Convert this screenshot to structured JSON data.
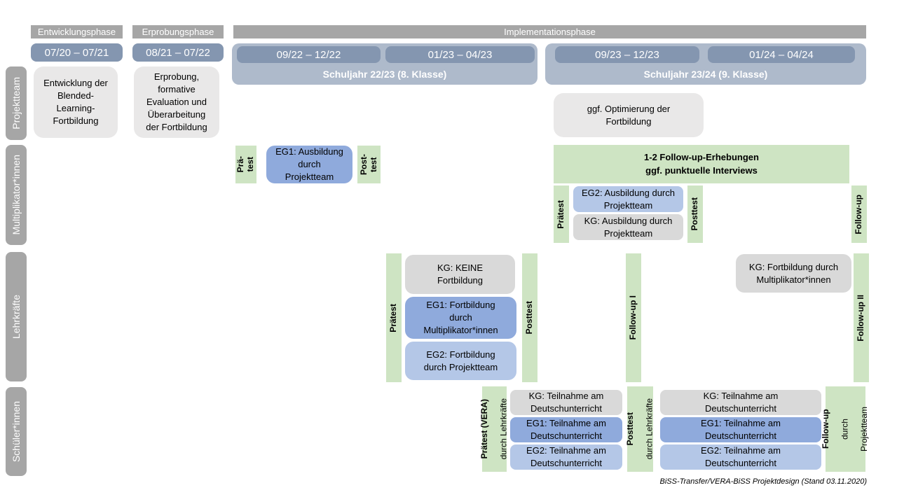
{
  "colors": {
    "phase_header_gray": "#a6a6a6",
    "date_bar_blue": "#8496b0",
    "school_year_band": "#aebacb",
    "row_label_gray": "#a6a6a6",
    "box_light_gray": "#e9e8e8",
    "box_kg_gray": "#d9d9d9",
    "box_eg1_blue": "#8faadc",
    "box_eg2_blue": "#b4c7e7",
    "test_green": "#cee4c3",
    "text": "#000000"
  },
  "phases": [
    {
      "label": "Entwicklungsphase"
    },
    {
      "label": "Erprobungsphase"
    },
    {
      "label": "Implementationsphase"
    }
  ],
  "timeline": {
    "dates": [
      "07/20 – 07/21",
      "08/21 – 07/22",
      "09/22 – 12/22",
      "01/23 – 04/23",
      "09/23 – 12/23",
      "01/24 – 04/24"
    ],
    "school_years": [
      "Schuljahr 22/23 (8. Klasse)",
      "Schuljahr 23/24 (9. Klasse)"
    ]
  },
  "row_labels": [
    "Projektteam",
    "Multiplikator*innen",
    "Lehrkräfte",
    "Schüler*innen"
  ],
  "projektteam": {
    "entwicklung": "Entwicklung der\nBlended-\nLearning-\nFortbildung",
    "erprobung": "Erprobung,\nformative\nEvaluation und\nÜberarbeitung\nder Fortbildung",
    "optimierung": "ggf. Optimierung der\nFortbildung"
  },
  "multiplikatoren": {
    "praetest_1": "Prä-\ntest",
    "eg1": "EG1: Ausbildung\ndurch\nProjektteam",
    "posttest_1": "Post-\ntest",
    "followup_banner": "1-2 Follow-up-Erhebungen\nggf. punktuelle Interviews",
    "praetest_2": "Prätest",
    "eg2": "EG2: Ausbildung durch\nProjektteam",
    "kg": "KG: Ausbildung durch\nProjektteam",
    "posttest_2": "Posttest",
    "followup": "Follow-up"
  },
  "lehrkraefte": {
    "praetest": "Prätest",
    "kg": "KG: KEINE\nFortbildung",
    "eg1": "EG1: Fortbildung\ndurch\nMultiplikator*innen",
    "eg2": "EG2: Fortbildung\ndurch Projektteam",
    "posttest": "Posttest",
    "followup1": "Follow-up I",
    "kg2": "KG: Fortbildung durch\nMultiplikator*innen",
    "followup2": "Follow-up II"
  },
  "schueler": {
    "praetest_title": "Prätest (VERA)",
    "praetest_sub": "durch Lehrkräfte",
    "kg": "KG: Teilnahme am\nDeutschunterricht",
    "eg1": "EG1: Teilnahme am\nDeutschunterricht",
    "eg2": "EG2: Teilnahme am\nDeutschunterricht",
    "posttest_title": "Posttest",
    "posttest_sub": "durch Lehrkräfte",
    "followup_title": "Follow-up",
    "followup_sub1": "durch",
    "followup_sub2": "Projektteam"
  },
  "caption": "BiSS-Transfer/VERA-BiSS Projektdesign (Stand 03.11.2020)"
}
